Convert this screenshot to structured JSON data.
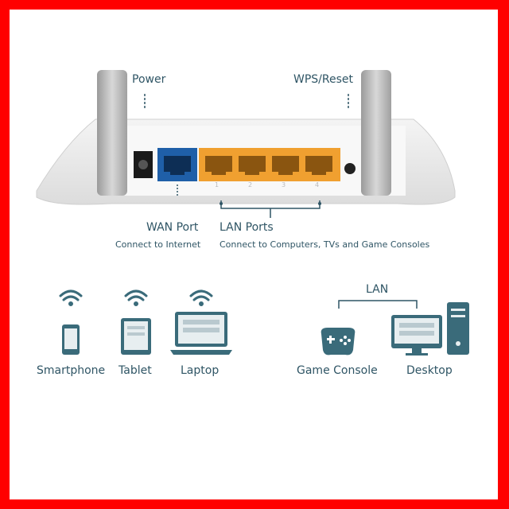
{
  "router": {
    "power_label": "Power",
    "wps_reset_label": "WPS/Reset",
    "wan_label": "WAN Port",
    "wan_sub": "Connect to Internet",
    "lan_label": "LAN Ports",
    "lan_sub": "Connect to Computers, TVs and Game Consoles",
    "port_numbers": [
      "1",
      "2",
      "3",
      "4"
    ],
    "wan_port_color": "#1f5fa8",
    "lan_port_color": "#f0a030"
  },
  "wireless_devices": [
    {
      "name": "Smartphone",
      "icon": "smartphone-icon"
    },
    {
      "name": "Tablet",
      "icon": "tablet-icon"
    },
    {
      "name": "Laptop",
      "icon": "laptop-icon"
    }
  ],
  "wired_devices": {
    "lan_label": "LAN",
    "items": [
      {
        "name": "Game Console",
        "icon": "gamepad-icon"
      },
      {
        "name": "Desktop",
        "icon": "desktop-icon"
      }
    ]
  },
  "colors": {
    "frame": "#ff0000",
    "icon": "#3a6b7a",
    "text": "#2f5565"
  }
}
